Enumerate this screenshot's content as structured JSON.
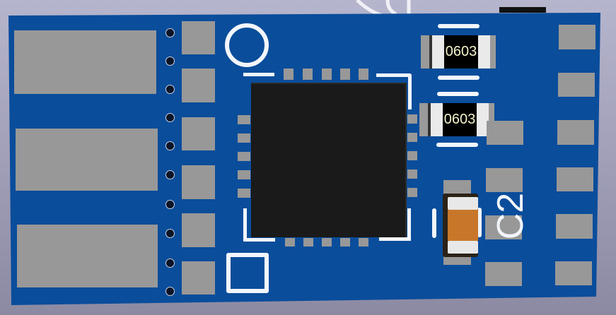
{
  "components": {
    "r1": {
      "marking": "0603"
    },
    "r2": {
      "marking": "0603"
    },
    "c2": {
      "reference": "C2"
    }
  },
  "colors": {
    "board": "#0a4d9b",
    "pad": "#989898",
    "silkscreen": "#f2f6fb",
    "ic": "#1a1a1a",
    "capacitor": "#c8772a"
  }
}
